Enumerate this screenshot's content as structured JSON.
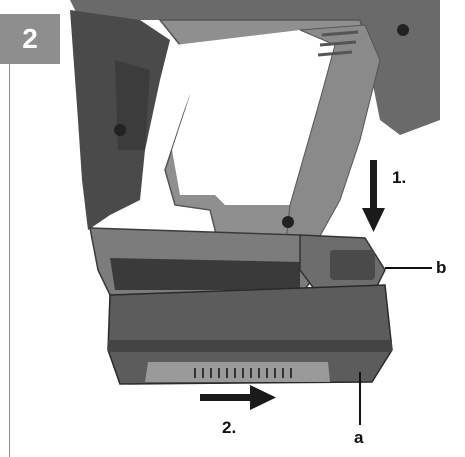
{
  "figure": {
    "number": "2",
    "callouts": {
      "step1": "1.",
      "step2": "2.",
      "part_a": "a",
      "part_b": "b"
    }
  },
  "colors": {
    "badge": "#8e8e8e",
    "tool_body": "#7d7d7d",
    "tool_dark": "#3a3a3a",
    "battery": "#5c5c5c",
    "arrow": "#1a1a1a"
  }
}
